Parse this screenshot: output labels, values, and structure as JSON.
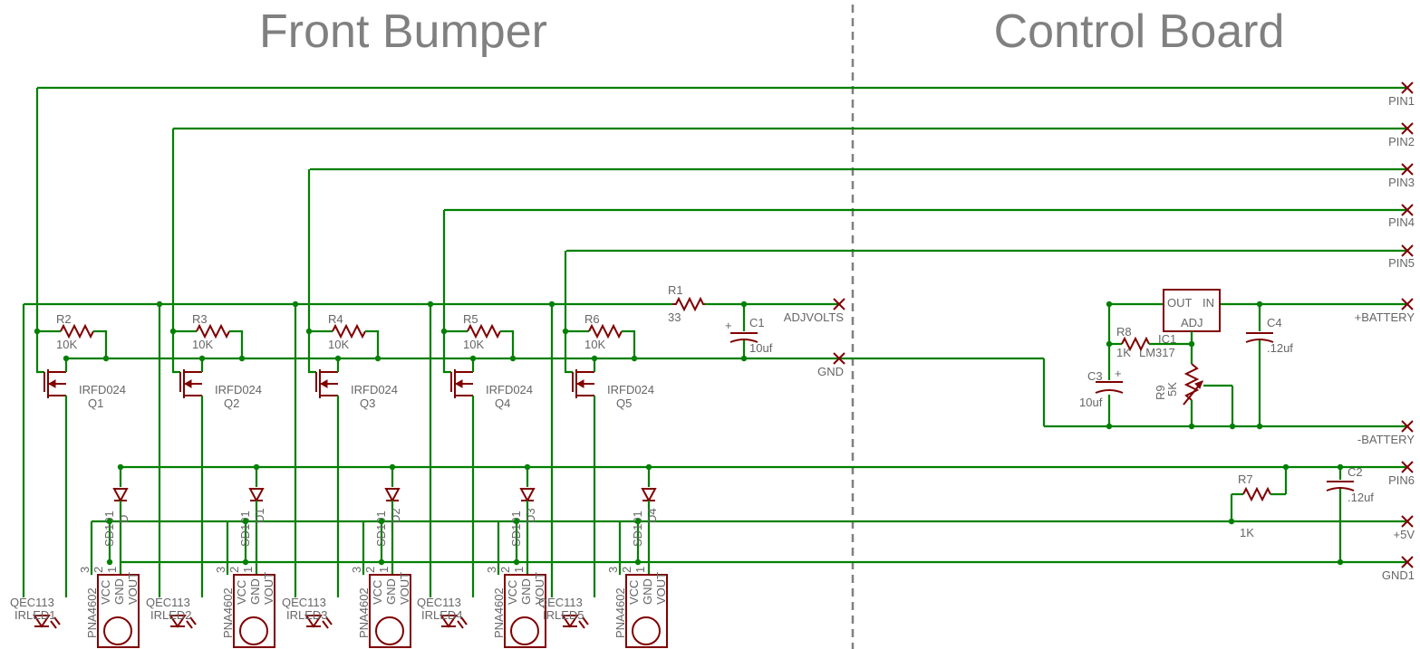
{
  "sections": {
    "left_title": "Front Bumper",
    "right_title": "Control Board"
  },
  "channels": [
    {
      "res": "R2",
      "res_val": "10K",
      "fet": "IRFD024",
      "fet_ref": "Q1",
      "diode": "SD101",
      "diode_ref": "D",
      "led_part": "QEC113",
      "led_ref": "IRLED1",
      "sensor": "PNA4602"
    },
    {
      "res": "R3",
      "res_val": "10K",
      "fet": "IRFD024",
      "fet_ref": "Q2",
      "diode": "SD101",
      "diode_ref": "D1",
      "led_part": "QEC113",
      "led_ref": "IRLED2",
      "sensor": "PNA4602"
    },
    {
      "res": "R4",
      "res_val": "10K",
      "fet": "IRFD024",
      "fet_ref": "Q3",
      "diode": "SD101",
      "diode_ref": "D2",
      "led_part": "QEC113",
      "led_ref": "IRLED3",
      "sensor": "PNA4602"
    },
    {
      "res": "R5",
      "res_val": "10K",
      "fet": "IRFD024",
      "fet_ref": "Q4",
      "diode": "SD101",
      "diode_ref": "D3",
      "led_part": "QEC113",
      "led_ref": "IRLED4",
      "sensor": "PNA4602"
    },
    {
      "res": "R6",
      "res_val": "10K",
      "fet": "IRFD024",
      "fet_ref": "Q5",
      "diode": "SD101",
      "diode_ref": "D4",
      "led_part": "QEC113",
      "led_ref": "IRLED5",
      "sensor": "PNA4602"
    }
  ],
  "sensor_pins": [
    "VCC",
    "GND",
    "VOUT"
  ],
  "sensor_pin_numbers": [
    "3",
    "2",
    "1"
  ],
  "components": {
    "r1": {
      "ref": "R1",
      "value": "33"
    },
    "c1": {
      "ref": "C1",
      "value": "10uf",
      "polarity": "+"
    },
    "r7": {
      "ref": "R7",
      "value": "1K"
    },
    "c2": {
      "ref": "C2",
      "value": ".12uf"
    },
    "r8": {
      "ref": "R8",
      "value": "1K"
    },
    "c3": {
      "ref": "C3",
      "value": "10uf",
      "polarity": "+"
    },
    "c4": {
      "ref": "C4",
      "value": ".12uf"
    },
    "r9": {
      "ref": "R9",
      "value": "5K"
    },
    "ic1": {
      "ref": "IC1",
      "part": "LM317",
      "pin_out": "OUT",
      "pin_in": "IN",
      "pin_adj": "ADJ"
    }
  },
  "ports": {
    "adjvolts": "ADJVOLTS",
    "gnd": "GND",
    "pin1": "PIN1",
    "pin2": "PIN2",
    "pin3": "PIN3",
    "pin4": "PIN4",
    "pin5": "PIN5",
    "battery_pos": "+BATTERY",
    "battery_neg": "-BATTERY",
    "pin6": "PIN6",
    "v5": "+5V",
    "gnd1": "GND1"
  },
  "colors": {
    "wire": "#008000",
    "part": "#800000",
    "text": "#666666",
    "title": "#808080"
  }
}
